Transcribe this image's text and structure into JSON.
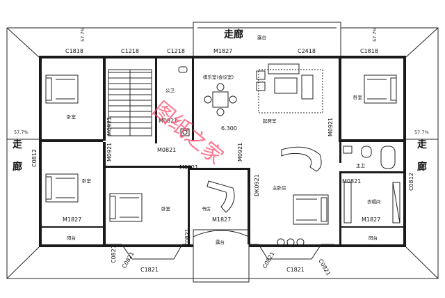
{
  "labels": {
    "corridor_top": "走廊",
    "corridor_left": "走",
    "corridor_left_2": "廊",
    "corridor_right": "走",
    "corridor_right_2": "廊",
    "terrace_top": "露台",
    "terrace_bottom": "露台",
    "slope_tl": "57.7%",
    "slope_tr": "57.7%",
    "slope_l": "57.7%",
    "slope_r": "57.7%",
    "lounge": "棋乐室(会议室)",
    "living": "起居室",
    "bedroom_tl": "卧室",
    "bedroom_ml": "卧室",
    "bedroom_mid": "卧室",
    "bedroom_tr": "卧室",
    "master_bed": "主卧房",
    "study": "书房",
    "wardrobe": "衣帽间",
    "toilet": "公卫",
    "master_bath": "主卫",
    "balcony_l": "阳台",
    "balcony_r": "阳台",
    "level": "6.300"
  },
  "codes": {
    "c1818_l": "C1818",
    "c1218_a": "C1218",
    "c1218_b": "C1218",
    "m1827_top": "M1827",
    "c2418": "C2418",
    "c1818_r": "C1818",
    "m0921_a": "M0921",
    "m0821_a": "M0821",
    "m0821_b": "M0821",
    "m0921_b": "M0921",
    "m0921_c": "M0921",
    "m0921_d": "M0921",
    "dk0921": "DK0921",
    "m0821_r": "M0821",
    "c0812_l": "C0812",
    "c0812_r": "C0812",
    "m1827_l": "M1827",
    "m1827_mid": "M1827",
    "m1827_r": "M1827",
    "c1821_l": "C1821",
    "c1821_r": "C1821",
    "c0821_a": "C0821",
    "c0821_b": "C0821",
    "c0821_c": "C0821",
    "c0821_d": "C0821",
    "c0821_e": "C0821"
  },
  "watermark": "图纸之家"
}
